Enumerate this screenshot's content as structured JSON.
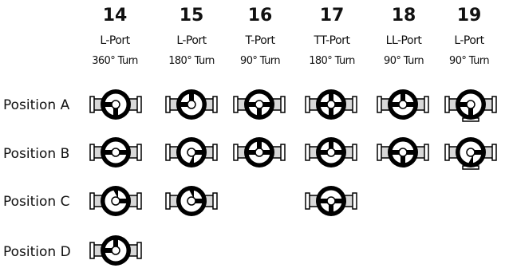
{
  "columns": [
    {
      "number": "14",
      "port": "L-Port",
      "turn": "360° Turn"
    },
    {
      "number": "15",
      "port": "L-Port",
      "turn": "180° Turn"
    },
    {
      "number": "16",
      "port": "T-Port",
      "turn": "90° Turn"
    },
    {
      "number": "17",
      "port": "TT-Port",
      "turn": "180° Turn"
    },
    {
      "number": "18",
      "port": "LL-Port",
      "turn": "90° Turn"
    },
    {
      "number": "19",
      "port": "L-Port",
      "turn": "90° Turn"
    }
  ],
  "rows": [
    {
      "label": "Position A"
    },
    {
      "label": "Position B"
    },
    {
      "label": "Position C"
    },
    {
      "label": "Position D"
    }
  ],
  "colors": {
    "outline": "#000000",
    "body": "#ffffff",
    "flow": "#d8d8d8"
  }
}
